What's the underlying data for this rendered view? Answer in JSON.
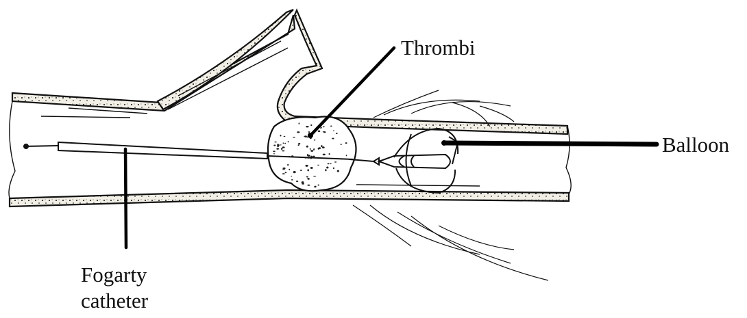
{
  "labels": {
    "thrombi": "Thrombi",
    "balloon": "Balloon",
    "catheter_line1": "Fogarty",
    "catheter_line2": "catheter"
  },
  "colors": {
    "ink": "#111111",
    "wall_fill": "#f2efe6",
    "background": "#ffffff"
  }
}
